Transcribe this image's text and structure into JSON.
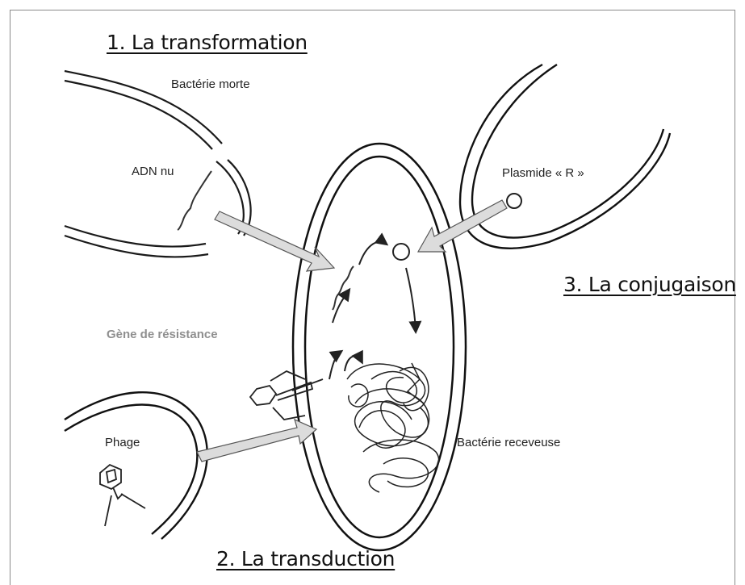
{
  "headings": {
    "transformation": "1. La transformation",
    "transduction": "2. La transduction",
    "conjugaison": "3. La conjugaison"
  },
  "labels": {
    "dead_bacterium": "Bactérie morte",
    "naked_dna": "ADN nu",
    "plasmid": "Plasmide « R »",
    "resistance_gene": "Gène de résistance",
    "phage": "Phage",
    "recipient_bacterium": "Bactérie receveuse"
  }
}
